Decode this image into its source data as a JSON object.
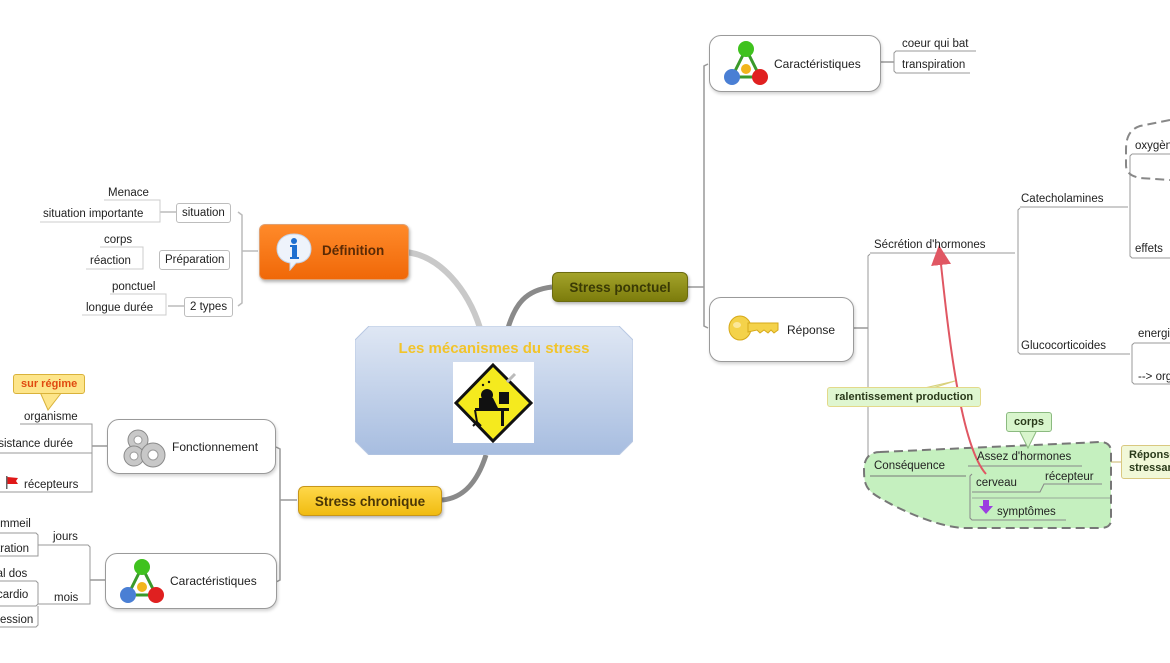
{
  "central": {
    "title": "Les mécanismes du stress",
    "icon": "stress-warning-sign-icon"
  },
  "definition": {
    "label": "Définition",
    "icon": "info-bubble-icon",
    "color": "#f26b0f",
    "branches": [
      {
        "label": "situation",
        "children": [
          "Menace",
          "situation importante"
        ]
      },
      {
        "label": "Préparation",
        "children": [
          "corps",
          "réaction"
        ]
      },
      {
        "label": "2 types",
        "children": [
          "ponctuel",
          "longue durée"
        ]
      }
    ]
  },
  "stress_chronique": {
    "label": "Stress chronique",
    "color": "#f5c518",
    "fonctionnement": {
      "label": "Fonctionnement",
      "icon": "gears-icon",
      "children": [
        "organisme",
        "résistance durée",
        "récepteurs"
      ],
      "callout": "sur régime",
      "flag_icon": "red-flag-icon"
    },
    "caracteristiques": {
      "label": "Caractéristiques",
      "icon": "triangle-spheres-icon",
      "jours": {
        "label": "jours",
        "children": [
          "sommeil",
          "concentration"
        ]
      },
      "mois": {
        "label": "mois",
        "children": [
          "mal dos",
          "cardio",
          "dépression"
        ]
      }
    }
  },
  "stress_ponctuel": {
    "label": "Stress ponctuel",
    "color": "#8a8a12",
    "caracteristiques": {
      "label": "Caractéristiques",
      "icon": "triangle-spheres-icon",
      "children": [
        "coeur qui bat",
        "transpiration"
      ]
    },
    "reponse": {
      "label": "Réponse",
      "icon": "key-icon",
      "secretion": {
        "label": "Sécrétion d'hormones",
        "catecholamines": {
          "label": "Catecholamines",
          "children": [
            "oxygène",
            "effets"
          ]
        },
        "glucocorticoides": {
          "label": "Glucocorticoides",
          "children": [
            "energie",
            "--> organisme"
          ]
        }
      },
      "consequence": {
        "label": "Conséquence",
        "children": [
          "Assez d'hormones",
          "cerveau",
          "récepteur",
          "symptômes"
        ],
        "down_arrow_icon": "purple-down-arrow-icon"
      },
      "callout_ralentissement": "ralentissement production",
      "callout_corps": "corps",
      "callout_reponse": "Réponse stressante"
    }
  }
}
